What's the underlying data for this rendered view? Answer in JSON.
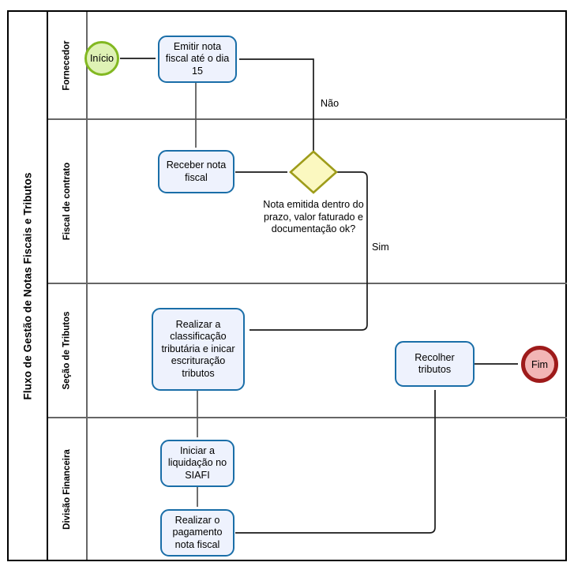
{
  "pool": {
    "title": "Fluxo de Gestão de Notas Fiscais e Tributos"
  },
  "lanes": [
    {
      "label": "Fornecedor"
    },
    {
      "label": "Fiscal de contrato"
    },
    {
      "label": "Seção de Tributos"
    },
    {
      "label": "Divisão Financeira"
    }
  ],
  "nodes": {
    "start": {
      "label": "Início",
      "type": "start-event",
      "lane": "Fornecedor",
      "fill": "#dff2b5",
      "stroke": "#82b821"
    },
    "emitir": {
      "label": "Emitir nota fiscal até o dia 15",
      "type": "task",
      "lane": "Fornecedor"
    },
    "receber": {
      "label": "Receber nota fiscal",
      "type": "task",
      "lane": "Fiscal de contrato"
    },
    "gateway": {
      "label": "Nota emitida dentro do prazo, valor faturado e documentação ok?",
      "type": "exclusive-gateway",
      "lane": "Fiscal de contrato",
      "fill": "#fbf8c0",
      "stroke": "#9e9c1a"
    },
    "classificacao": {
      "label": "Realizar a classificação tributária e inicar escrituração tributos",
      "type": "task",
      "lane": "Seção de Tributos"
    },
    "recolher": {
      "label": "Recolher tributos",
      "type": "task",
      "lane": "Seção de Tributos"
    },
    "fim": {
      "label": "Fim",
      "type": "end-event",
      "lane": "Seção de Tributos",
      "fill": "#f2b5b5",
      "stroke": "#9e1a1a"
    },
    "liquidacao": {
      "label": "Iniciar a liquidação no SIAFI",
      "type": "task",
      "lane": "Divisão Financeira"
    },
    "pagamento": {
      "label": "Realizar o pagamento nota fiscal",
      "type": "task",
      "lane": "Divisão Financeira"
    }
  },
  "edge_labels": {
    "nao": "Não",
    "sim": "Sim"
  },
  "colors": {
    "task_fill": "#eef2fd",
    "task_stroke": "#1a6ea8",
    "gateway_fill": "#fbf8c0",
    "gateway_stroke": "#9e9c1a",
    "start_fill": "#dff2b5",
    "start_stroke": "#82b821",
    "end_fill": "#f2b5b5",
    "end_stroke": "#9e1a1a",
    "connector": "#1a1a1a",
    "pool_border": "#000000",
    "lane_border": "#666666"
  }
}
